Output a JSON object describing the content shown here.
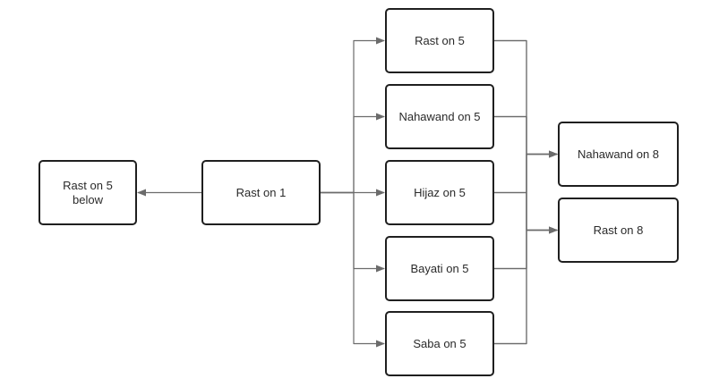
{
  "colors": {
    "edge": "#6b6b6b",
    "node_border": "#1f1f1f",
    "text": "#2a2a2a"
  },
  "nodes": {
    "rast5below": "Rast on 5\nbelow",
    "rast1": "Rast on 1",
    "rast5": "Rast on 5",
    "nahawand5": "Nahawand on 5",
    "hijaz5": "Hijaz on 5",
    "bayati5": "Bayati on 5",
    "saba5": "Saba on 5",
    "nahawand8": "Nahawand on 8",
    "rast8": "Rast on 8"
  },
  "edges": [
    {
      "from": "rast1",
      "to": "rast5below"
    },
    {
      "from": "rast1",
      "to": "rast5"
    },
    {
      "from": "rast1",
      "to": "nahawand5"
    },
    {
      "from": "rast1",
      "to": "hijaz5"
    },
    {
      "from": "rast1",
      "to": "bayati5"
    },
    {
      "from": "rast1",
      "to": "saba5"
    },
    {
      "from": "rast5",
      "to": "nahawand8"
    },
    {
      "from": "nahawand5",
      "to": "nahawand8"
    },
    {
      "from": "hijaz5",
      "to": "nahawand8"
    },
    {
      "from": "bayati5",
      "to": "nahawand8"
    },
    {
      "from": "saba5",
      "to": "nahawand8"
    },
    {
      "from": "rast5",
      "to": "rast8"
    },
    {
      "from": "nahawand5",
      "to": "rast8"
    },
    {
      "from": "hijaz5",
      "to": "rast8"
    },
    {
      "from": "bayati5",
      "to": "rast8"
    },
    {
      "from": "saba5",
      "to": "rast8"
    }
  ]
}
